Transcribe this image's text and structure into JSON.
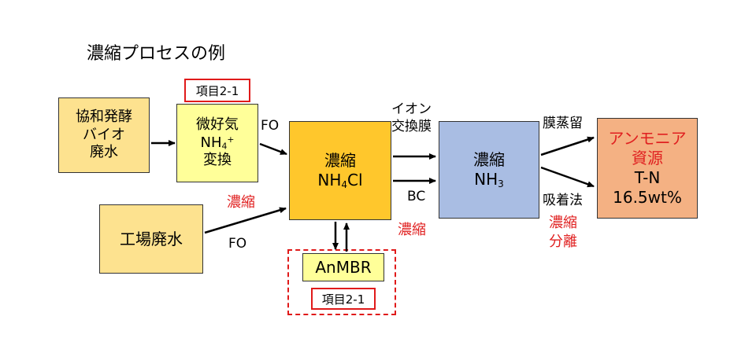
{
  "title": "濃縮プロセスの例",
  "nodes": {
    "kyowa": [
      "協和発酵",
      "バイオ",
      "廃水"
    ],
    "factory": "工場廃水",
    "microbe": {
      "line1": "微好気",
      "nh": "NH",
      "sub": "4",
      "sup": "+",
      "line3": "変換"
    },
    "nh4cl": {
      "line1": "濃縮",
      "nh": "NH",
      "sub": "4",
      "cl": "Cl"
    },
    "nh3": {
      "line1": "濃縮",
      "nh": "NH",
      "sub": "3"
    },
    "resource": {
      "line1": "アンモニア",
      "line2": "資源",
      "line3": "T-N",
      "line4": "16.5wt%"
    },
    "anmbr": "AnMBR"
  },
  "tags": {
    "top": "項目2-1",
    "bottom": "項目2-1"
  },
  "labels": {
    "fo_top": "FO",
    "fo_bottom": "FO",
    "concentrate_left": "濃縮",
    "ion_exchange": [
      "イオン",
      "交換膜"
    ],
    "bc": "BC",
    "concentrate_mid": "濃縮",
    "membrane_distill": "膜蒸留",
    "adsorption": "吸着法",
    "concentrate_sep": [
      "濃縮",
      "分離"
    ]
  },
  "colors": {
    "light_yellow": "#fde28f",
    "pale_yellow": "#ffff99",
    "gold": "#ffc72c",
    "blue": "#a9bde3",
    "orange": "#f4b183",
    "red": "#e01a1a"
  }
}
